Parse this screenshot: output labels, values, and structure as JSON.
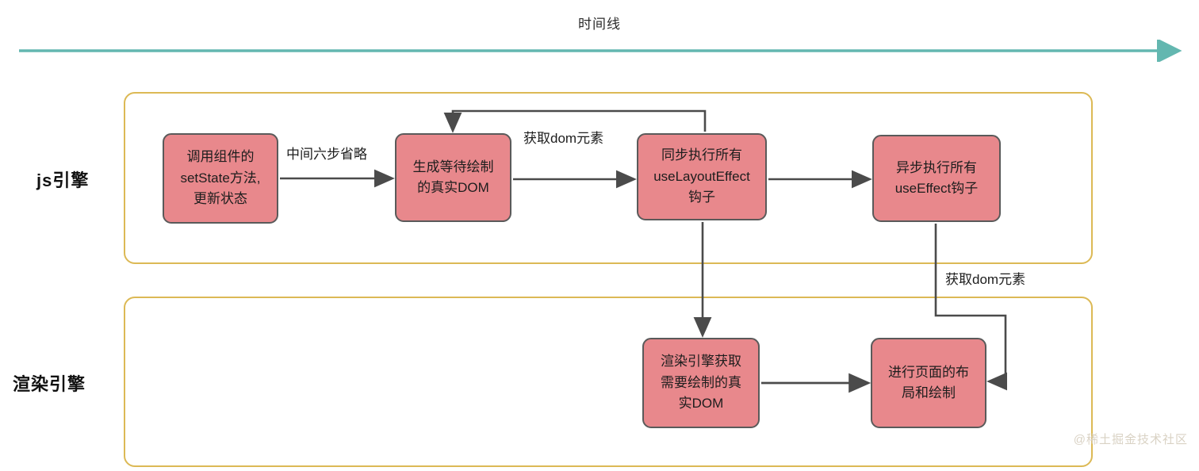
{
  "timeline": {
    "title": "时间线",
    "arrow_color": "#63b7b0"
  },
  "lanes": [
    {
      "id": "js-engine",
      "label": "js引擎"
    },
    {
      "id": "render-engine",
      "label": "渲染引擎"
    }
  ],
  "nodes": {
    "setstate": {
      "lines": [
        "调用组件的",
        "setState方法,",
        "更新状态"
      ]
    },
    "realdom": {
      "lines": [
        "生成等待绘制",
        "的真实DOM"
      ]
    },
    "uselayouteffect": {
      "lines": [
        "同步执行所有",
        "useLayoutEffect",
        "钩子"
      ]
    },
    "useeffect": {
      "lines": [
        "异步执行所有",
        "useEffect钩子"
      ]
    },
    "render_getdom": {
      "lines": [
        "渲染引擎获取",
        "需要绘制的真",
        "实DOM"
      ]
    },
    "layout_paint": {
      "lines": [
        "进行页面的布",
        "局和绘制"
      ]
    }
  },
  "edge_labels": {
    "skip_steps": "中间六步省略",
    "get_dom_top": "获取dom元素",
    "get_dom_right": "获取dom元素"
  },
  "colors": {
    "node_fill": "#e8888c",
    "node_stroke": "#5a5a5a",
    "lane_stroke": "#dcb955",
    "edge_stroke": "#4b4b4b",
    "timeline": "#63b7b0",
    "watermark": "#d9d2c4"
  },
  "watermark": "@稀土掘金技术社区"
}
